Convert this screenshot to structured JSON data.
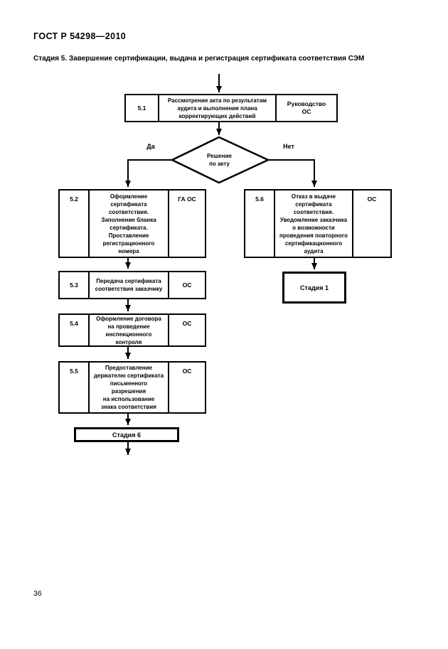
{
  "page": {
    "doc_code": "ГОСТ Р 54298—2010",
    "title": "Стадия 5. Завершение сертификации, выдача и регистрация сертификата соответствия СЭМ",
    "page_number": "36"
  },
  "flowchart": {
    "decision": {
      "text": "Решение\nпо акту",
      "yes_label": "Да",
      "no_label": "Нет"
    },
    "steps": [
      {
        "num": "5.1",
        "text": "Рассмотрение акта по результатам\nаудита и выполнения плана\nкорректирующих действий",
        "executor": "Руководство\nОС"
      },
      {
        "num": "5.2",
        "text": "Оформление\nсертификата\nсоответствия.\nЗаполнение бланка\nсертификата.\nПроставление\nрегистрационного\nномера",
        "executor": "ГА ОС"
      },
      {
        "num": "5.3",
        "text": "Передача сертификата\nсоответствия заказчику",
        "executor": "ОС"
      },
      {
        "num": "5.4",
        "text": "Оформление договора\nна проведение\nинспекционного\nконтроля",
        "executor": "ОС"
      },
      {
        "num": "5.5",
        "text": "Предоставление\nдержателю сертификата\nписьменного\nразрешения\nна использование\nзнака соответствия",
        "executor": "ОС"
      },
      {
        "num": "5.6",
        "text": "Отказ в выдаче\nсертификата\nсоответствия.\nУведомление заказчика\nо возможности\nпроведения повторного\nсертификационного\nаудита",
        "executor": "ОС"
      }
    ],
    "terminals": [
      {
        "label": "Стадия 6"
      },
      {
        "label": "Стадия 1"
      }
    ],
    "colors": {
      "line": "#000000",
      "background": "#ffffff"
    }
  }
}
